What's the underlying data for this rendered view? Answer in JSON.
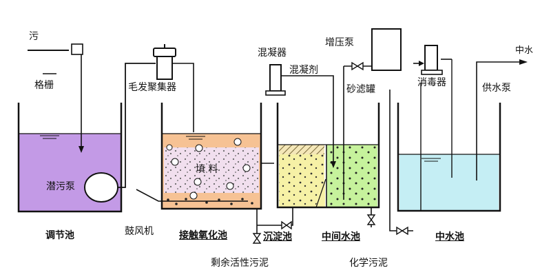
{
  "labels": {
    "inlet": "污",
    "bar_screen": "格栅",
    "hair_collector": "毛发聚集器",
    "coagulator": "混凝器",
    "coagulant": "混凝剂",
    "booster_pump": "增压泵",
    "sand_filter": "砂滤罐",
    "disinfector": "消毒器",
    "reclaimed_out": "中水",
    "supply_pump": "供水泵",
    "filler": "填  料",
    "submersible_pump": "潜污泵",
    "blower": "鼓风机",
    "regulating_tank": "调节池",
    "contact_oxidation_tank": "接触氧化池",
    "sedimentation_tank": "沉淀池",
    "intermediate_tank": "中间水池",
    "reclaimed_tank": "中水池",
    "excess_sludge": "剩余活性污泥",
    "chemical_sludge": "化学污泥"
  },
  "colors": {
    "regulating_water": "#c39ae6",
    "oxidation_band": "#f6c294",
    "filler_fill": "#f1dfee",
    "sedimentation_water": "#f6f1a6",
    "intermediate_water": "#c6f29c",
    "reclaimed_water": "#c5eef4",
    "line": "#111111"
  }
}
